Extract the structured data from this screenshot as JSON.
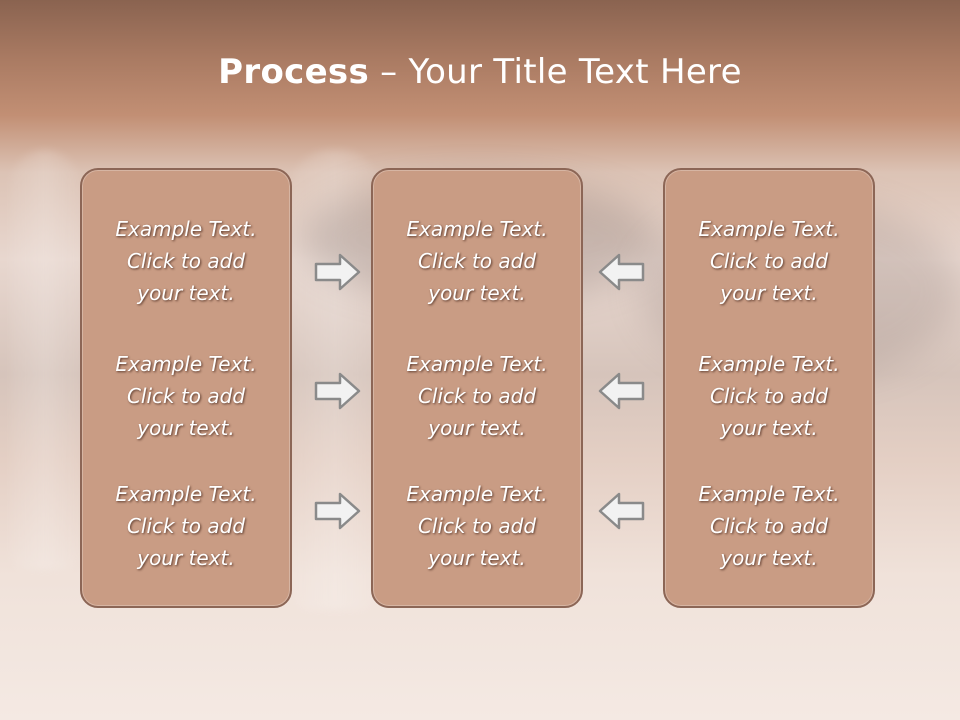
{
  "slide": {
    "title_bold": "Process",
    "title_rest": " – Your Title Text Here"
  },
  "columns": [
    {
      "items": [
        {
          "line1": "Example Text.",
          "line2": "Click  to add",
          "line3": "your text."
        },
        {
          "line1": "Example Text.",
          "line2": "Click  to add",
          "line3": "your text."
        },
        {
          "line1": "Example Text.",
          "line2": "Click  to add",
          "line3": "your text."
        }
      ]
    },
    {
      "items": [
        {
          "line1": "Example Text.",
          "line2": "Click  to add",
          "line3": "your text."
        },
        {
          "line1": "Example Text.",
          "line2": "Click  to add",
          "line3": "your text."
        },
        {
          "line1": "Example Text.",
          "line2": "Click  to add",
          "line3": "your text."
        }
      ]
    },
    {
      "items": [
        {
          "line1": "Example Text.",
          "line2": "Click  to add",
          "line3": "your text."
        },
        {
          "line1": "Example Text.",
          "line2": "Click  to add",
          "line3": "your text."
        },
        {
          "line1": "Example Text.",
          "line2": "Click  to add",
          "line3": "your text."
        }
      ]
    }
  ],
  "arrows": {
    "left_group": "arrow-right-icon",
    "right_group": "arrow-left-icon"
  },
  "colors": {
    "box_fill": "#c99c84",
    "box_border": "#8c6656",
    "arrow_fill": "#f2f2f2",
    "arrow_stroke": "#8a8a8a"
  }
}
